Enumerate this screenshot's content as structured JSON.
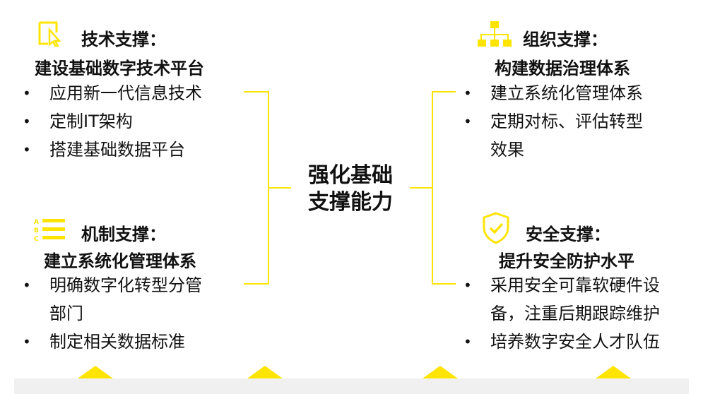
{
  "center": {
    "line1": "强化基础",
    "line2": "支撑能力"
  },
  "quadrants": {
    "tech": {
      "heading": "技术支撑：",
      "subheading": "建设基础数字技术平台",
      "items": [
        "应用新一代信息技术",
        "定制IT架构",
        "搭建基础数据平台"
      ],
      "icon": "cursor-click-icon"
    },
    "org": {
      "heading": "组织支撑：",
      "subheading": "构建数据治理体系",
      "items": [
        "建立系统化管理体系",
        "定期对标、评估转型",
        "效果"
      ],
      "icon": "org-chart-icon"
    },
    "mech": {
      "heading": "机制支撑：",
      "subheading": "建立系统化管理体系",
      "items": [
        "明确数字化转型分管",
        "部门",
        "制定相关数据标准"
      ],
      "icon": "abc-list-icon"
    },
    "security": {
      "heading": "安全支撑：",
      "subheading": "提升安全防护水平",
      "items": [
        "采用安全可靠软硬件设",
        "备，注重后期跟踪维护",
        "培养数字安全人才队伍"
      ],
      "icon": "shield-check-icon"
    }
  },
  "colors": {
    "accent": "#FFE400",
    "text": "#111111",
    "band": "#F0F0F0"
  }
}
